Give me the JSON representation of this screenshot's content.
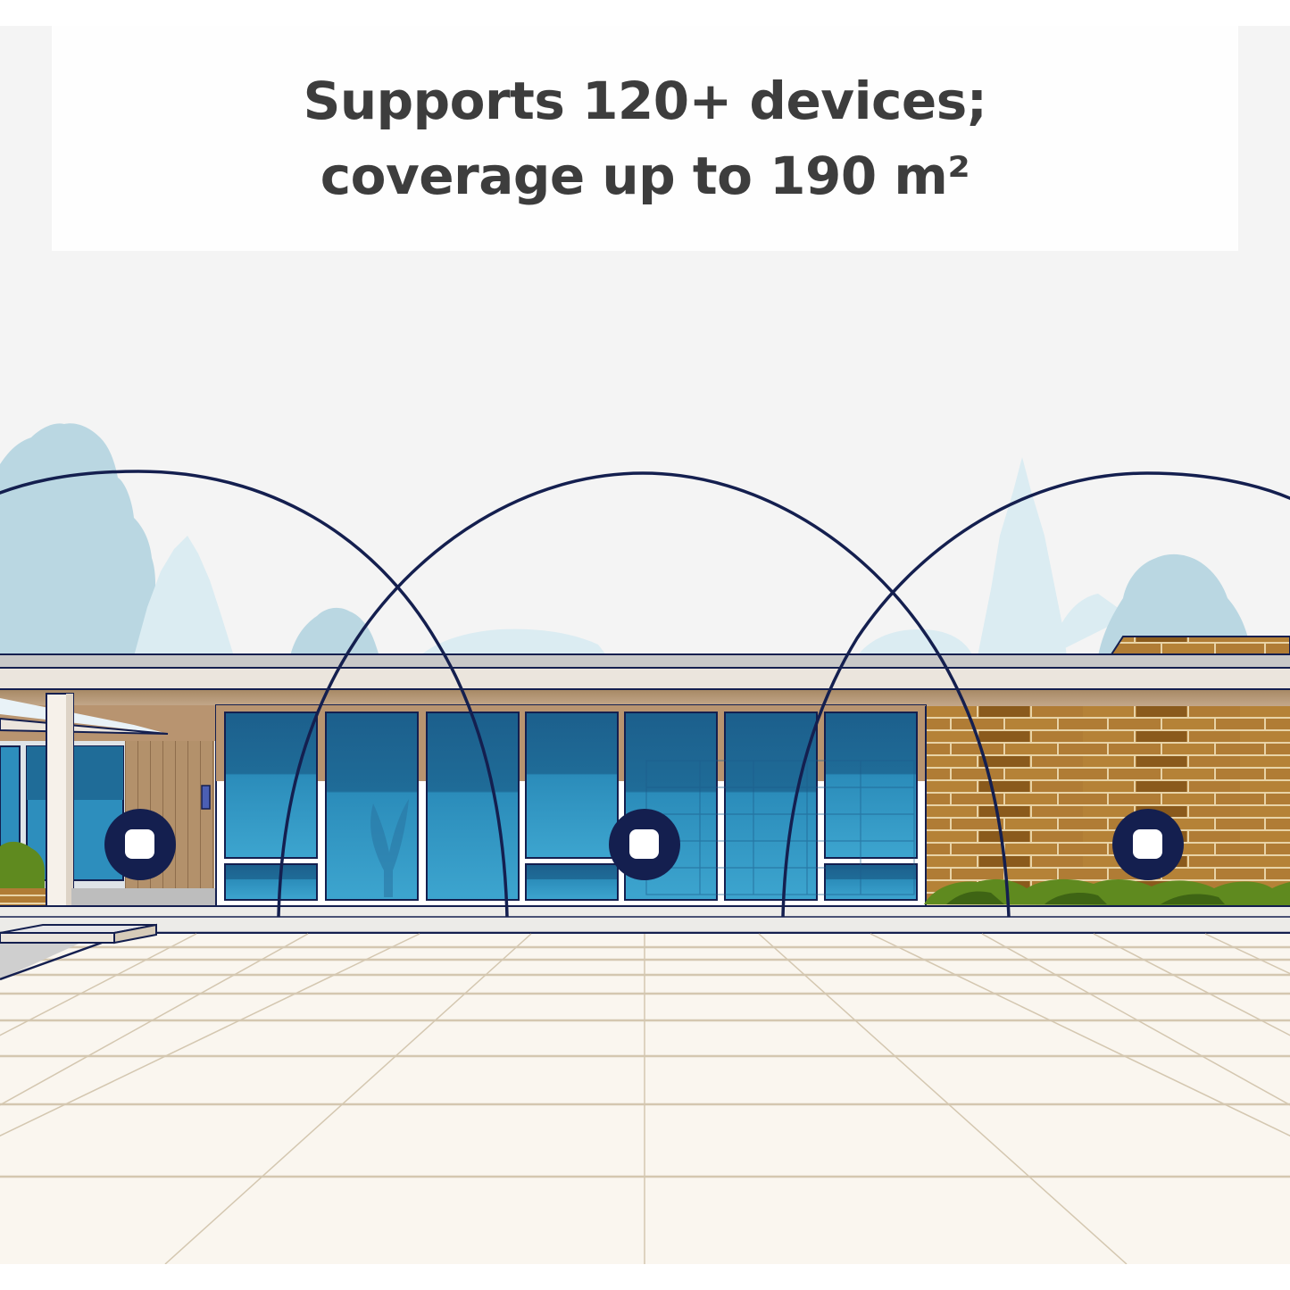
{
  "headline": {
    "line1": "Supports 120+ devices;",
    "line2": "coverage up to 190 m²"
  },
  "illustration": {
    "subject": "single-storey modern house with three mesh Wi-Fi nodes",
    "node_count": 3,
    "coverage_arc_count": 3
  },
  "colors": {
    "background": "#f4f4f4",
    "headline_box": "#fefefe",
    "headline_text": "#3d3d3d",
    "navy": "#141f4f",
    "glass_dark": "#1d6390",
    "glass_light": "#3aa2cc",
    "brick": "#b07c35",
    "brick_dark": "#8a5a1c",
    "wood": "#b3916b",
    "tree_blue": "#b9d7e2",
    "tree_light": "#dbedf3",
    "paving": "#faf6ef",
    "paving_lines": "#d4c7b0",
    "shrub": "#5f8a1f"
  }
}
